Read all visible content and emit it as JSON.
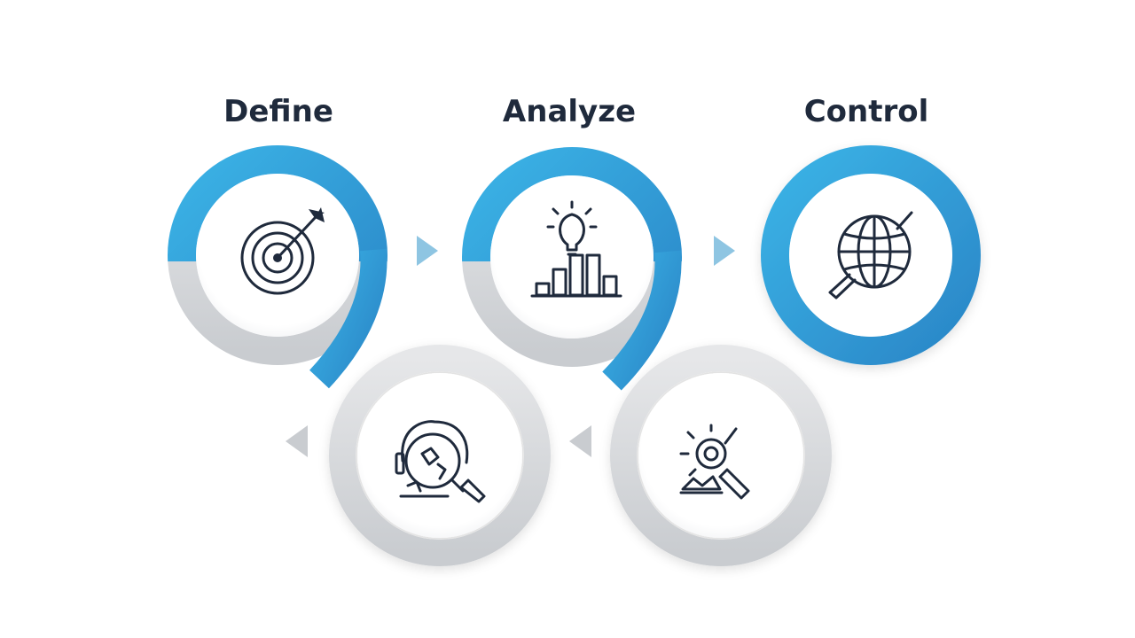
{
  "stages": {
    "define": {
      "label": "Define",
      "icon": "target-icon"
    },
    "analyze": {
      "label": "Analyze",
      "icon": "lightbulb-bar-chart-icon"
    },
    "control": {
      "label": "Control",
      "icon": "globe-magnifier-icon"
    }
  },
  "lower_steps": {
    "measure_like": {
      "icon": "headset-magnifier-icon"
    },
    "improve_like": {
      "icon": "idea-magnifier-icon"
    }
  },
  "colors": {
    "accent_blue": "#35a7dc",
    "accent_blue_dark": "#2a86c7",
    "gray_ring": "#d6d8db",
    "gray_ring_dark": "#bfc2c6",
    "text": "#1f2a3c"
  }
}
